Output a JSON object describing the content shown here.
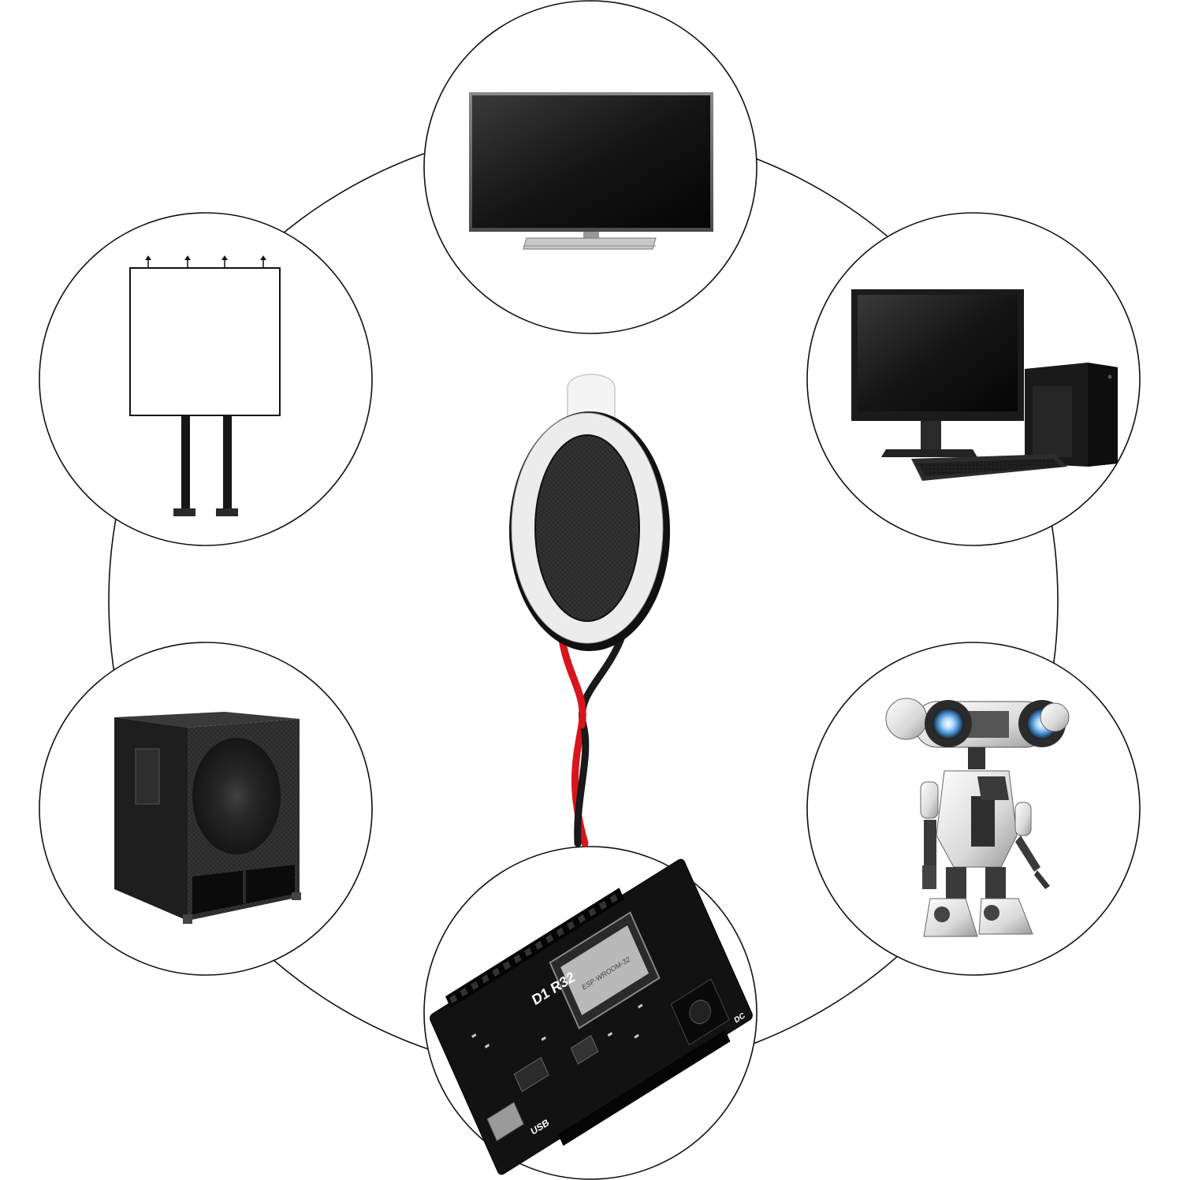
{
  "image": {
    "center_product": "mini-speaker",
    "applications": [
      {
        "name": "tv",
        "icon": "tv-icon"
      },
      {
        "name": "desktop-computer",
        "icon": "desktop-computer-icon"
      },
      {
        "name": "robot",
        "icon": "robot-icon"
      },
      {
        "name": "dev-board",
        "icon": "dev-board-icon"
      },
      {
        "name": "subwoofer",
        "icon": "subwoofer-icon"
      },
      {
        "name": "billboard",
        "icon": "billboard-icon"
      }
    ],
    "board_texts": {
      "model": "D1 R32",
      "usb": "USB",
      "dc": "DC"
    },
    "colors": {
      "outline": "#000000",
      "background": "#ffffff",
      "wire_red": "#d8141c",
      "wire_black": "#1a1a1a",
      "speaker_grille": "#2b2b2b"
    }
  }
}
